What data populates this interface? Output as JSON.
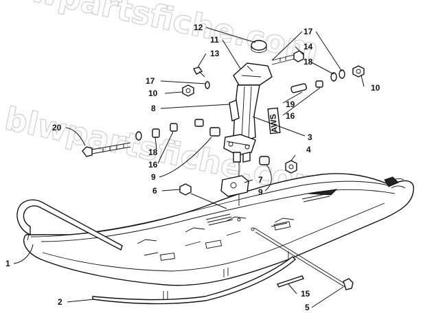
{
  "watermark": {
    "line1": "blwpartsfiche.com",
    "line2": "blwpartsfiche.com"
  },
  "decal_text": "AWS",
  "callouts": [
    {
      "id": "c12",
      "text": "12"
    },
    {
      "id": "c11",
      "text": "11"
    },
    {
      "id": "c13",
      "text": "13"
    },
    {
      "id": "c17a",
      "text": "17"
    },
    {
      "id": "c14",
      "text": "14"
    },
    {
      "id": "c18a",
      "text": "18"
    },
    {
      "id": "c17b",
      "text": "17"
    },
    {
      "id": "c10a",
      "text": "10"
    },
    {
      "id": "c10b",
      "text": "10"
    },
    {
      "id": "c8",
      "text": "8"
    },
    {
      "id": "c19",
      "text": "19"
    },
    {
      "id": "c16a",
      "text": "16"
    },
    {
      "id": "c3",
      "text": "3"
    },
    {
      "id": "c20",
      "text": "20"
    },
    {
      "id": "c18b",
      "text": "18"
    },
    {
      "id": "c16b",
      "text": "16"
    },
    {
      "id": "c4",
      "text": "4"
    },
    {
      "id": "c9a",
      "text": "9"
    },
    {
      "id": "c7",
      "text": "7"
    },
    {
      "id": "c9b",
      "text": "9"
    },
    {
      "id": "c6",
      "text": "6"
    },
    {
      "id": "c1",
      "text": "1"
    },
    {
      "id": "c2",
      "text": "2"
    },
    {
      "id": "c15",
      "text": "15"
    },
    {
      "id": "c5",
      "text": "5"
    }
  ]
}
